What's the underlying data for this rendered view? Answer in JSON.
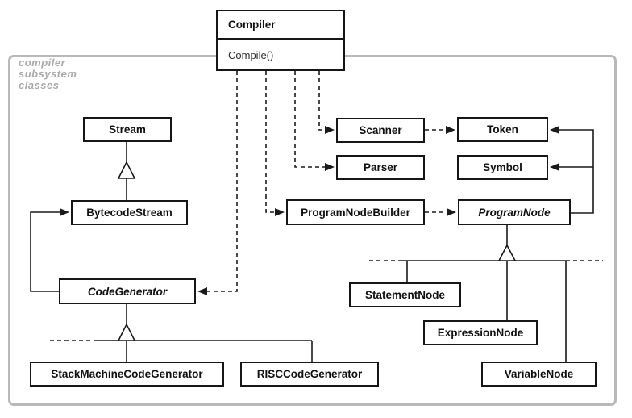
{
  "note": {
    "line1": "compiler",
    "line2": "subsystem",
    "line3": "classes"
  },
  "facade": {
    "title": "Compiler",
    "method": "Compile()"
  },
  "classes": {
    "stream": "Stream",
    "bytecode_stream": "BytecodeStream",
    "code_generator": "CodeGenerator",
    "stack_machine_code_generator": "StackMachineCodeGenerator",
    "risc_code_generator": "RISCCodeGenerator",
    "scanner": "Scanner",
    "token": "Token",
    "parser": "Parser",
    "symbol": "Symbol",
    "program_node_builder": "ProgramNodeBuilder",
    "program_node": "ProgramNode",
    "statement_node": "StatementNode",
    "expression_node": "ExpressionNode",
    "variable_node": "VariableNode"
  },
  "abstract_classes": [
    "CodeGenerator",
    "ProgramNode"
  ],
  "relations": [
    {
      "type": "dependency-dashed",
      "from": "Compiler",
      "to": "Scanner"
    },
    {
      "type": "dependency-dashed",
      "from": "Compiler",
      "to": "Parser"
    },
    {
      "type": "dependency-dashed",
      "from": "Compiler",
      "to": "ProgramNodeBuilder"
    },
    {
      "type": "dependency-dashed",
      "from": "Compiler",
      "to": "CodeGenerator"
    },
    {
      "type": "dependency-dashed",
      "from": "Scanner",
      "to": "Token"
    },
    {
      "type": "dependency-dashed",
      "from": "ProgramNodeBuilder",
      "to": "ProgramNode"
    },
    {
      "type": "reference-solid",
      "from": "CodeGenerator",
      "to": "BytecodeStream"
    },
    {
      "type": "reference-solid",
      "from": "ProgramNode",
      "to": "Token"
    },
    {
      "type": "reference-solid",
      "from": "ProgramNode",
      "to": "Symbol"
    },
    {
      "type": "inheritance",
      "parent": "Stream",
      "child": "BytecodeStream"
    },
    {
      "type": "inheritance",
      "parent": "CodeGenerator",
      "child": "StackMachineCodeGenerator"
    },
    {
      "type": "inheritance",
      "parent": "CodeGenerator",
      "child": "RISCCodeGenerator"
    },
    {
      "type": "inheritance",
      "parent": "ProgramNode",
      "child": "StatementNode"
    },
    {
      "type": "inheritance",
      "parent": "ProgramNode",
      "child": "ExpressionNode"
    },
    {
      "type": "inheritance",
      "parent": "ProgramNode",
      "child": "VariableNode"
    }
  ],
  "colors": {
    "line": "#1a1a1a",
    "frame_border": "#b9b9b9",
    "note_text": "#a9a9a9",
    "box_background": "#ffffff"
  }
}
